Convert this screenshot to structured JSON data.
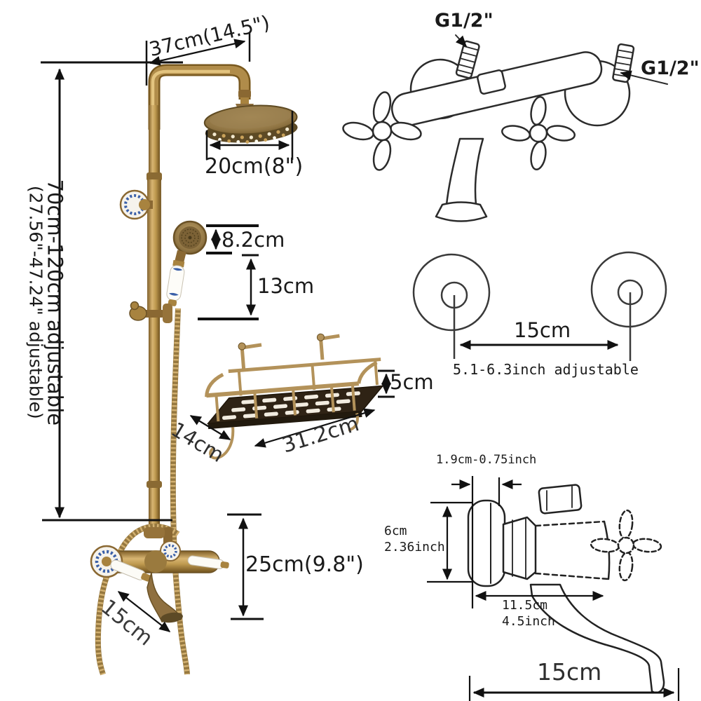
{
  "main_diagram": {
    "top_width": "37cm(14.5\")",
    "height_line1": "70cm-120cm adjustable",
    "height_line2": "(27.56\"-47.24\" adjustable)",
    "head_diameter": "20cm(8\")",
    "hand_shower_height": "8.2cm",
    "hand_shower_drop": "13cm",
    "shelf_height": "5cm",
    "shelf_depth": "14cm",
    "shelf_width": "31.2cm",
    "faucet_height": "25cm(9.8\")",
    "spout_reach": "15cm"
  },
  "mixer_diagram": {
    "thread_top": "G1/2\"",
    "thread_side": "G1/2\""
  },
  "wall_mounts": {
    "distance": "15cm",
    "note": "5.1-6.3inch adjustable"
  },
  "valve_diagram": {
    "wall_depth": "1.9cm-0.75inch",
    "height_cm": "6cm",
    "height_inch": "2.36inch",
    "length_cm": "11.5cm",
    "length_inch": "4.5inch",
    "spout_reach": "15cm"
  },
  "colors": {
    "brass": "#ab874a",
    "brass_dark": "#7a5a28",
    "brass_light": "#dfc07c",
    "ceramic_white": "#f6f3ec",
    "ceramic_blue": "#3a5fa8",
    "basket_base": "#2f2315",
    "line_art": "#2b2b2b",
    "dimension": "#111111"
  }
}
